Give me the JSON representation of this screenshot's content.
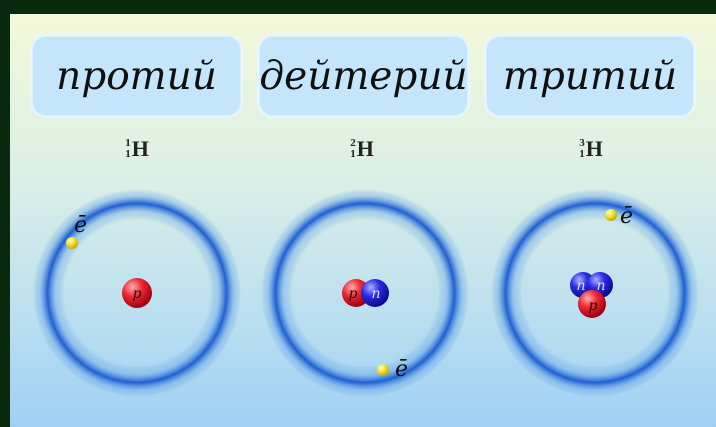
{
  "isotopes": [
    {
      "name": "протий",
      "notation": {
        "mass": "1",
        "atomic": "1",
        "symbol": "H"
      },
      "nucleus": [
        "p"
      ],
      "electron_label": "ē"
    },
    {
      "name": "дейтерий",
      "notation": {
        "mass": "2",
        "atomic": "1",
        "symbol": "H"
      },
      "nucleus": [
        "p",
        "n"
      ],
      "electron_label": "ē"
    },
    {
      "name": "тритий",
      "notation": {
        "mass": "3",
        "atomic": "1",
        "symbol": "H"
      },
      "nucleus": [
        "n",
        "n",
        "p"
      ],
      "electron_label": "ē"
    }
  ],
  "colors": {
    "proton": "#e8202a",
    "neutron": "#2a2ae0",
    "electron": "#f4e020",
    "orbit": "#2a6fd6",
    "tile": "#c5e5fb"
  }
}
